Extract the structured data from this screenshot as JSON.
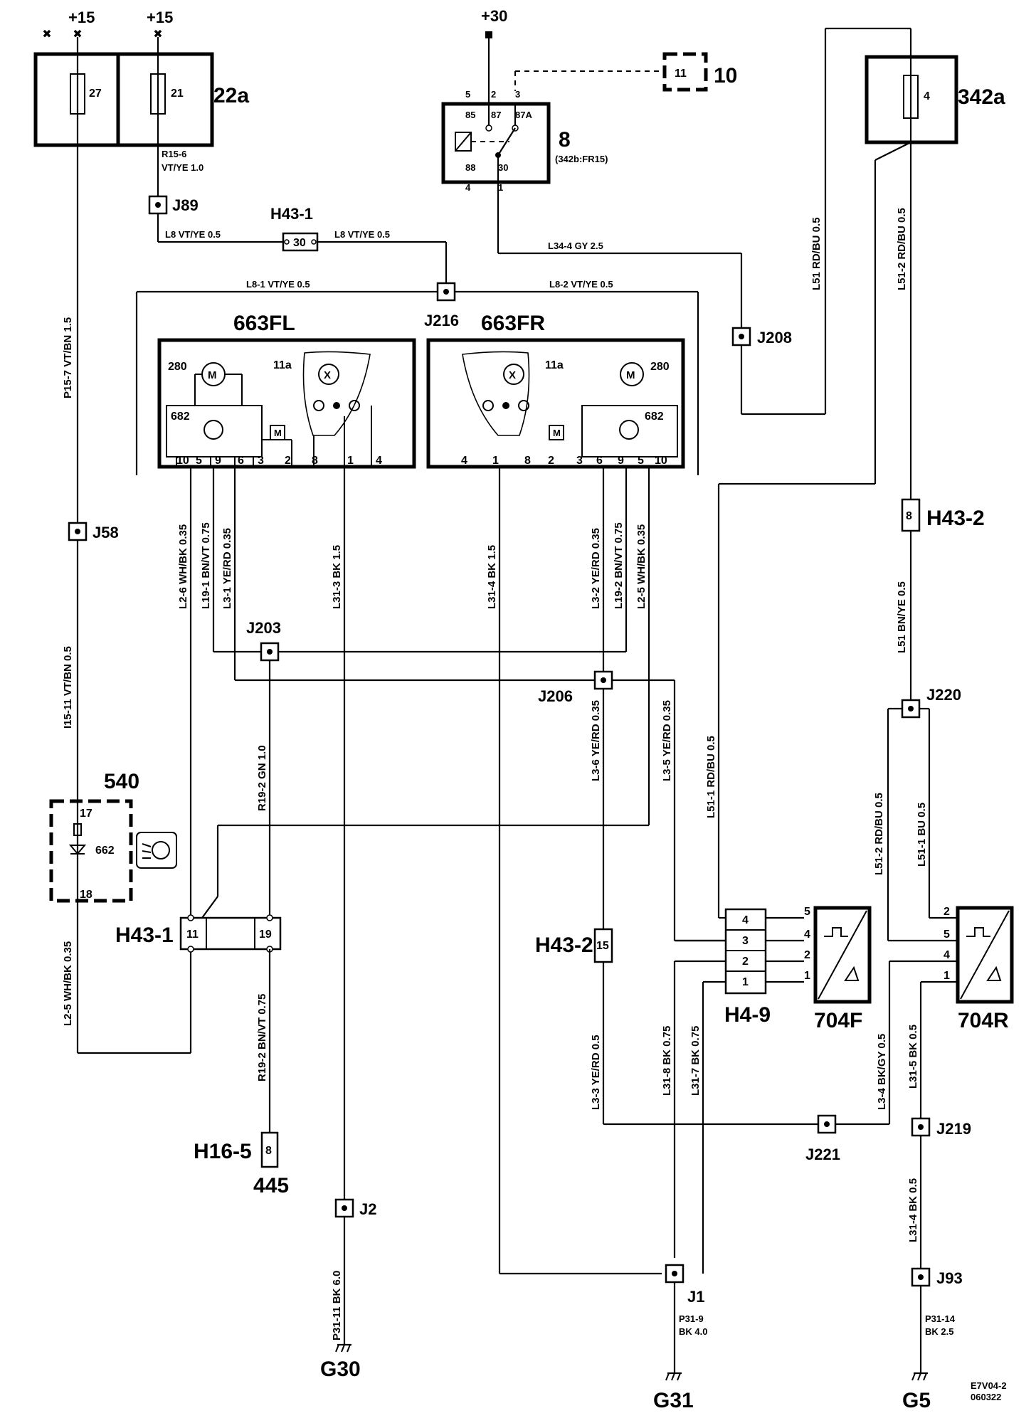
{
  "supplies": {
    "plus15_a": "+15",
    "plus15_b": "+15",
    "plus30": "+30"
  },
  "components": {
    "c22a": "22a",
    "c342a": "342a",
    "c8": "8",
    "c8_sub": "(342b:FR15)",
    "c10": "10",
    "c663fl": "663FL",
    "c663fr": "663FR",
    "c540": "540",
    "c445": "445",
    "c704f": "704F",
    "c704r": "704R",
    "c662": "662",
    "c280": "280",
    "c682": "682",
    "c11a": "11a"
  },
  "fuses": {
    "f27": "27",
    "f21": "21",
    "f4": "4"
  },
  "relay": {
    "p5": "5",
    "p2": "2",
    "p3": "3",
    "p4": "4",
    "p1": "1",
    "t85": "85",
    "t87": "87",
    "t87a": "87A",
    "t88": "88",
    "t30": "30",
    "p11": "11"
  },
  "junctions": {
    "j89": "J89",
    "j216": "J216",
    "j208": "J208",
    "j58": "J58",
    "j203": "J203",
    "j206": "J206",
    "j220": "J220",
    "j221": "J221",
    "j219": "J219",
    "j2": "J2",
    "j1": "J1",
    "j93": "J93"
  },
  "connectors": {
    "h43_1_top": "H43-1",
    "h43_1_top_pin": "30",
    "h43_2_right": "H43-2",
    "h43_2_right_pin": "8",
    "h43_1_bot": "H43-1",
    "h43_1_pin11": "11",
    "h43_1_pin19": "19",
    "h43_2_mid": "H43-2",
    "h43_2_mid_pin": "15",
    "h16_5": "H16-5",
    "h16_5_pin": "8",
    "h4_9": "H4-9",
    "h4_9_pins": [
      "4",
      "3",
      "2",
      "1"
    ],
    "f704_pins": [
      "5",
      "4",
      "2",
      "1"
    ],
    "r704_pins": [
      "2",
      "5",
      "4",
      "1"
    ]
  },
  "pins": {
    "fl": [
      "10",
      "5",
      "9",
      "6",
      "3",
      "2",
      "8",
      "1",
      "4"
    ],
    "fr": [
      "4",
      "1",
      "8",
      "2",
      "3",
      "6",
      "9",
      "5",
      "10"
    ],
    "p540_top": "17",
    "p540_bot": "18"
  },
  "grounds": {
    "g30": "G30",
    "g31": "G31",
    "g5": "G5"
  },
  "wires": {
    "r15_6_a": "R15-6",
    "r15_6_b": "VT/YE  1.0",
    "l8_left": "L8   VT/YE   0.5",
    "l8_right": "L8   VT/YE    0.5",
    "l8_1": "L8-1     VT/YE     0.5",
    "l8_2": "L8-2      VT/YE     0.5",
    "l34_4": "L34-4  GY  2.5",
    "l51_top": "L51  RD/BU  0.5",
    "l51_2_top": "L51-2  RD/BU  0.5",
    "p15_7": "P15-7     VT/BN     1.5",
    "i15_11": "I15-11      VT/BN      0.5",
    "l2_6": "L2-6      WH/BK  0.35",
    "l19_1": "L19-1   BN/VT  0.75",
    "l3_1": "L3-1    YE/RD  0.35",
    "l31_3": "L31-3   BK   1.5",
    "l31_4_fr": "L31-4   BK   1.5",
    "l3_2": "L3-2    YE/RD  0.35",
    "l19_2_fr": "L19-2  BN/VT  0.75",
    "l2_5_fr": "L2-5    WH/BK  0.35",
    "r19_2_gn": "R19-2   GN   1.0",
    "r19_2_bnvt": "R19-2  BN/VT  0.75",
    "l2_5_left": "L2-5      WH/BK      0.35",
    "l3_6": "L3-6     YE/RD   0.35",
    "l3_5": "L3-5     YE/RD   0.35",
    "l51_1": "L51-1    RD/BU   0.5",
    "l51_mid": "L51   BN/YE   0.5",
    "l51_2_low": "L51-2  RD/BU  0.5",
    "l51_1_bu": "L51-1   BU   0.5",
    "l3_3": "L3-3     YE/RD     0.5",
    "l31_8": "L31-8   BK   0.75",
    "l31_7": "L31-7   BK   0.75",
    "l3_4": "L3-4    BK/GY   0.5",
    "l31_5": "L31-5   BK   0.5",
    "l31_4_r": "L31-4   BK   0.5",
    "p31_11": "P31-11    BK    6.0",
    "p31_9_a": "P31-9",
    "p31_9_b": "BK   4.0",
    "p31_14_a": "P31-14",
    "p31_14_b": "BK   2.5"
  },
  "doc": {
    "code": "E7V04-2",
    "date": "060322"
  }
}
